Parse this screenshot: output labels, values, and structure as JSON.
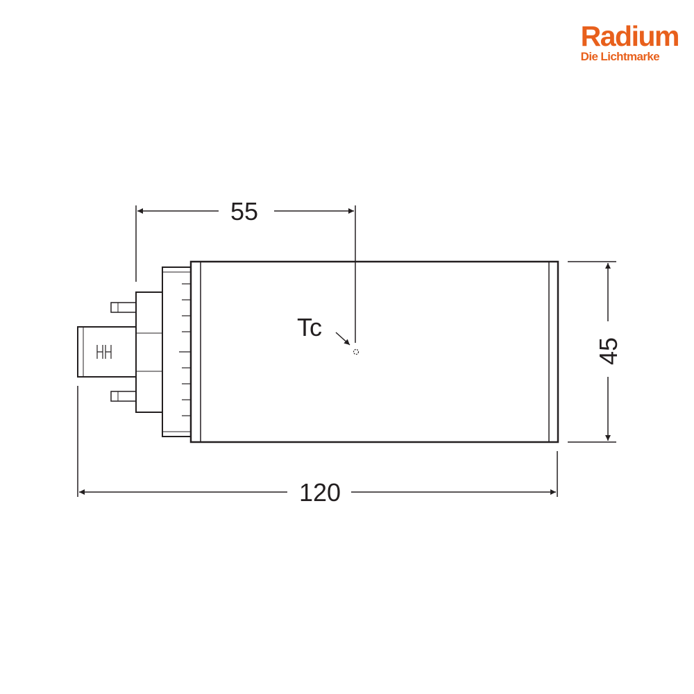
{
  "brand": {
    "name": "Radium",
    "tagline": "Die Lichtmarke",
    "color": "#e8601c"
  },
  "drawing": {
    "line_color": "#231f20",
    "dimensions": {
      "tc_offset": "55",
      "height": "45",
      "length": "120"
    },
    "tc_label": "Tc"
  }
}
